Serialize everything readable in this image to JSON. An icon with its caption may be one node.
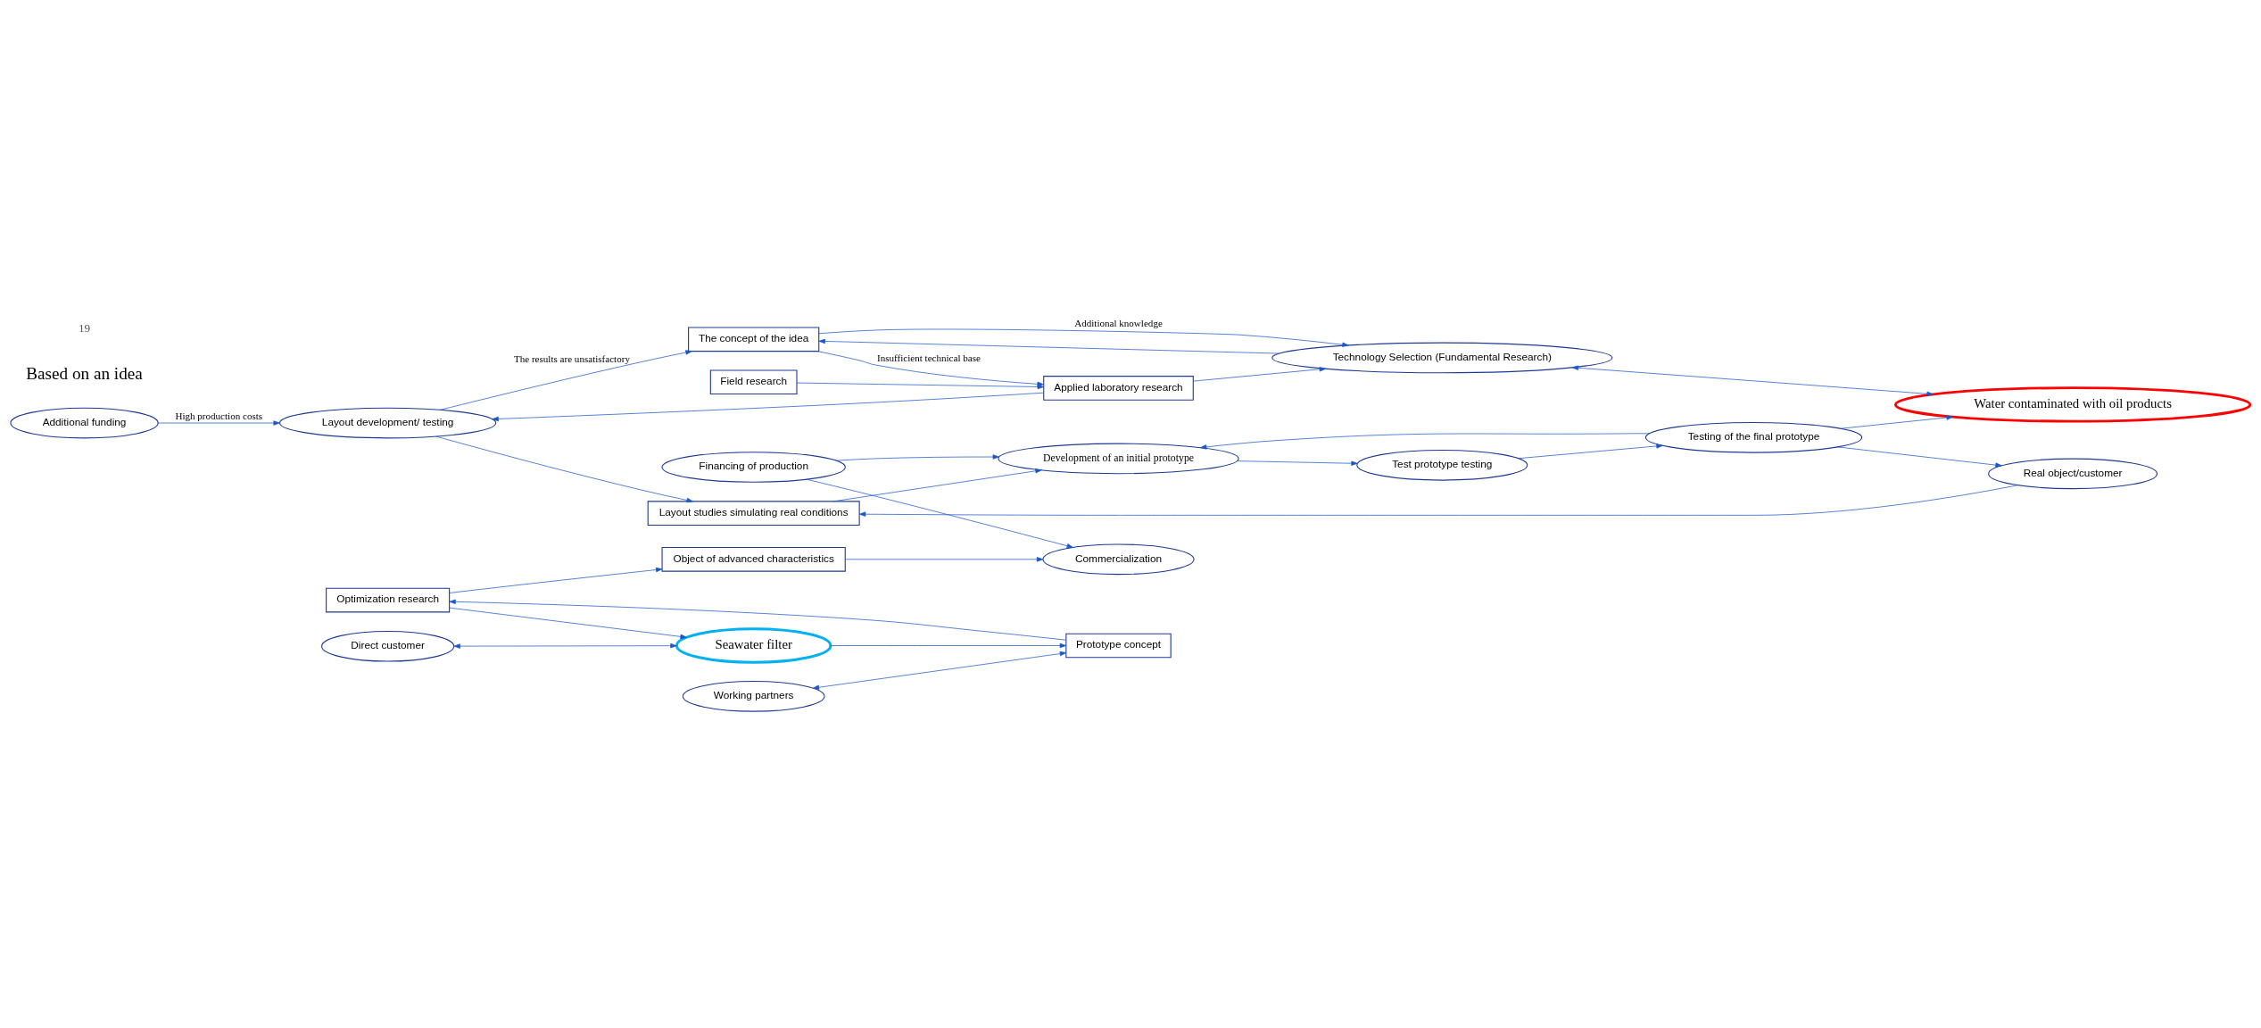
{
  "diagram": {
    "nodes": [
      {
        "text": [
          "Additional funding"
        ]
      },
      {
        "text": [
          "Applied laboratory research"
        ]
      },
      {
        "text": [
          "Field research"
        ]
      },
      {
        "text": [
          "Working partners"
        ]
      },
      {
        "text": [
          "Layout development/ testing"
        ]
      },
      {
        "text": [
          "Direct customer"
        ]
      },
      {
        "text": [
          "The concept of the idea"
        ]
      },
      {
        "text": [
          "Water contaminated with oil products"
        ]
      },
      {
        "text": [
          "Seawater filter"
        ]
      },
      {
        "text": [
          "Prototype concept"
        ]
      },
      {
        "text": [
          "Technology Selection (Fundamental Research)"
        ]
      },
      {
        "text": [
          "Optimization research"
        ]
      },
      {
        "text": [
          "Real object/customer"
        ]
      },
      {
        "text": [
          "Testing of the final prototype"
        ]
      },
      {
        "text": [
          "Layout studies simulating real conditions"
        ]
      },
      {
        "text": [
          "Object of advanced characteristics"
        ]
      },
      {
        "text": [
          "Test prototype testing"
        ]
      },
      {
        "text": [
          "Development of an initial prototype"
        ]
      },
      {
        "text": [
          "Financing of production"
        ]
      },
      {
        "text": [
          "Commercialization"
        ]
      }
    ],
    "edges": [
      {
        "from": 0,
        "to": 4,
        "arrow": "to",
        "label": "High production costs"
      },
      {
        "from": 2,
        "to": 1,
        "arrow": "to"
      },
      {
        "from": 1,
        "to": 4,
        "arrow": "to"
      },
      {
        "from": 1,
        "to": 10,
        "arrow": "to"
      },
      {
        "from": 4,
        "to": 6,
        "arrow": "to",
        "label": "The results are unsatisfactory"
      },
      {
        "from": 6,
        "to": 1,
        "arrow": "to",
        "label": "Insufficient technical base"
      },
      {
        "from": 10,
        "to": 6,
        "arrow": "to"
      },
      {
        "from": 6,
        "to": 10,
        "arrow": "to",
        "label": "Additional knowledge"
      },
      {
        "from": 10,
        "to": 7,
        "arrow": "both"
      },
      {
        "from": 13,
        "to": 7,
        "arrow": "to"
      },
      {
        "from": 4,
        "to": 14,
        "arrow": "to"
      },
      {
        "from": 5,
        "to": 8,
        "arrow": "both"
      },
      {
        "from": 8,
        "to": 9,
        "arrow": "to"
      },
      {
        "from": 11,
        "to": 8,
        "arrow": "to"
      },
      {
        "from": 3,
        "to": 9,
        "arrow": "both"
      },
      {
        "from": 9,
        "to": 11,
        "arrow": "to"
      },
      {
        "from": 11,
        "to": 15,
        "arrow": "to"
      },
      {
        "from": 15,
        "to": 19,
        "arrow": "to"
      },
      {
        "from": 13,
        "to": 12,
        "arrow": "to"
      },
      {
        "from": 12,
        "to": 14,
        "arrow": "to"
      },
      {
        "from": 14,
        "to": 17,
        "arrow": "to"
      },
      {
        "from": 18,
        "to": 17,
        "arrow": "to"
      },
      {
        "from": 18,
        "to": 19,
        "arrow": "to"
      },
      {
        "from": 16,
        "to": 13,
        "arrow": "to"
      },
      {
        "from": 13,
        "to": 17,
        "arrow": "to"
      },
      {
        "from": 17,
        "to": 16,
        "arrow": "to"
      }
    ],
    "labels": [
      "Based on an idea",
      "19"
    ]
  }
}
